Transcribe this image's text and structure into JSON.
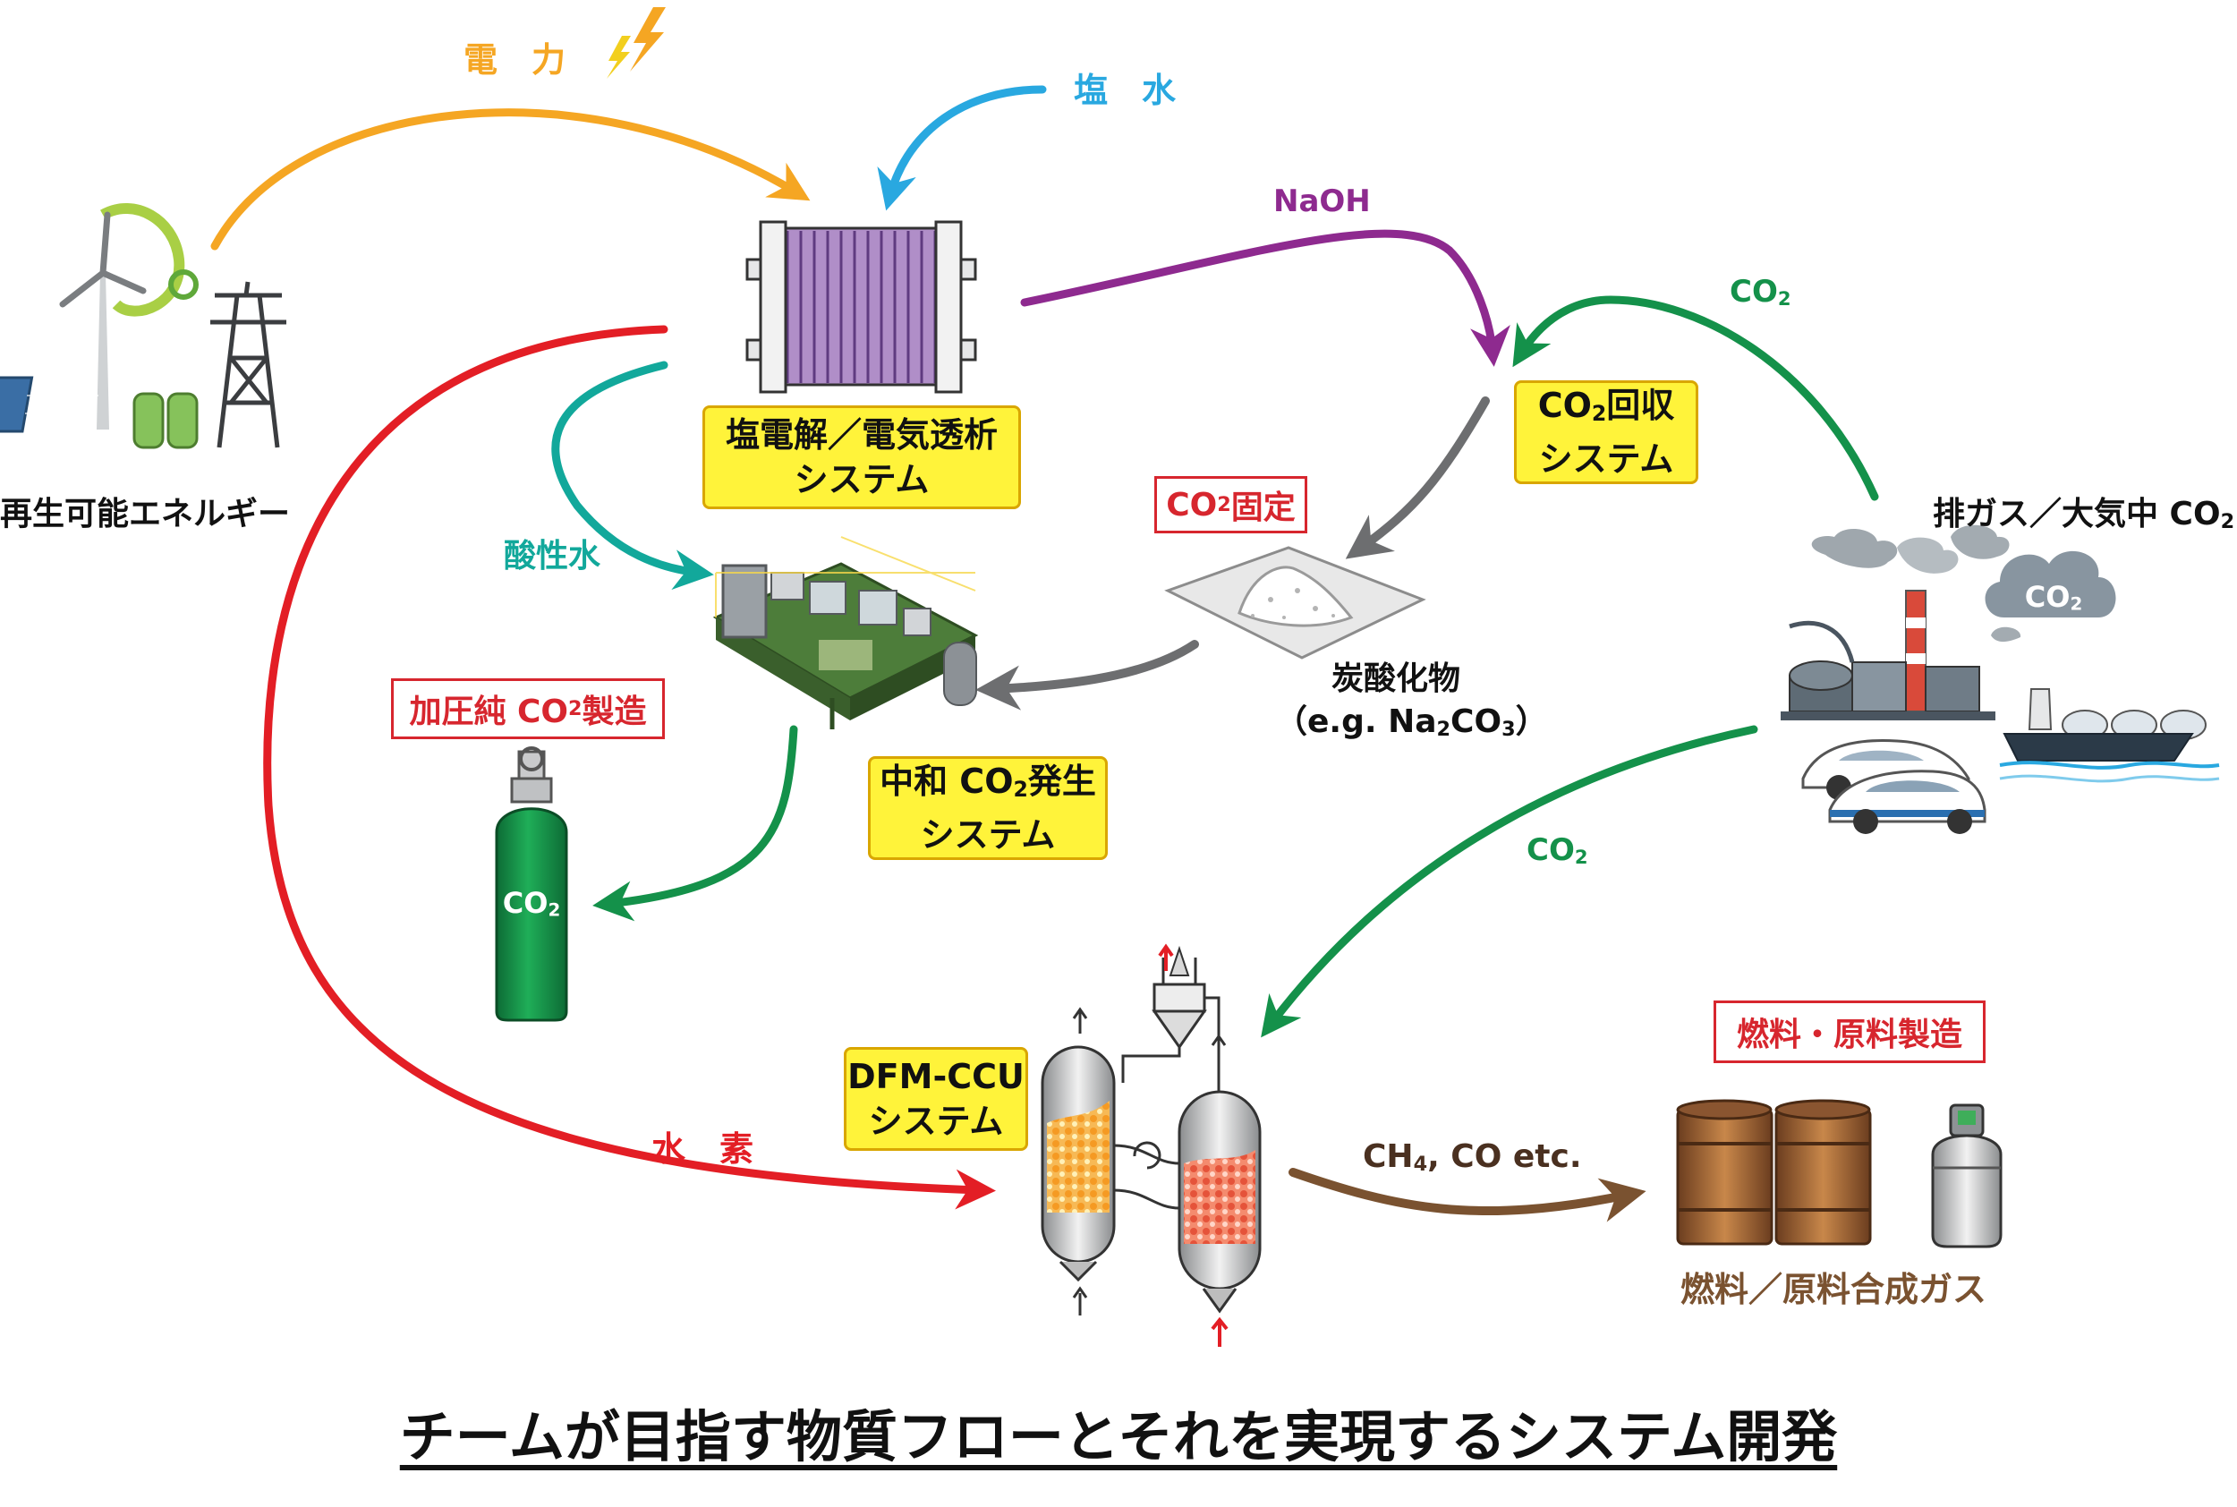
{
  "caption": "チームが目指す物質フローとそれを実現するシステム開発",
  "nodes": {
    "renewable": "再生可能エネルギー",
    "electrolysis_line1": "塩電解／電気透析",
    "electrolysis_line2": "システム",
    "capture_line1_pre": "CO",
    "capture_line1_sub": "2",
    "capture_line1_post": "回収",
    "capture_line2": "システム",
    "fixation_pre": "CO",
    "fixation_sub": "2",
    "fixation_post": "固定",
    "carbonate_line1": "炭酸化物",
    "carbonate_line2_pre": "（e.g. Na",
    "carbonate_line2_sub1": "2",
    "carbonate_line2_mid": "CO",
    "carbonate_line2_sub2": "3",
    "carbonate_line2_post": "）",
    "neutral_line1_pre": "中和 CO",
    "neutral_line1_sub": "2",
    "neutral_line1_post": "発生",
    "neutral_line2": "システム",
    "pressurized_pre": "加圧純 CO",
    "pressurized_sub": "2",
    "pressurized_post": "製造",
    "cylinder_pre": "CO",
    "cylinder_sub": "2",
    "exhaust_pre": "排ガス／大気中 CO",
    "exhaust_sub": "2",
    "cloud_pre": "CO",
    "cloud_sub": "2",
    "dfm_line1": "DFM-CCU",
    "dfm_line2": "システム",
    "fuel_box": "燃料・原料製造",
    "syngas": "燃料／原料合成ガス"
  },
  "flows": {
    "power": "電　力",
    "brine": "塩　水",
    "naoh": "NaOH",
    "co2_top_pre": "CO",
    "co2_top_sub": "2",
    "acid_water": "酸性水",
    "hydrogen": "水　素",
    "co2_mid_pre": "CO",
    "co2_mid_sub": "2",
    "products_pre": "CH",
    "products_sub": "4",
    "products_post": ", CO etc."
  },
  "colors": {
    "power": "#f5a623",
    "brine": "#29a8e0",
    "naoh": "#8e2a8f",
    "co2": "#14914a",
    "acid": "#12a89b",
    "hydrogen": "#e31e25",
    "gray": "#6d6e70",
    "products": "#7a5230",
    "yellow_box": "#fff33a",
    "red_box_border": "#d7262e"
  }
}
